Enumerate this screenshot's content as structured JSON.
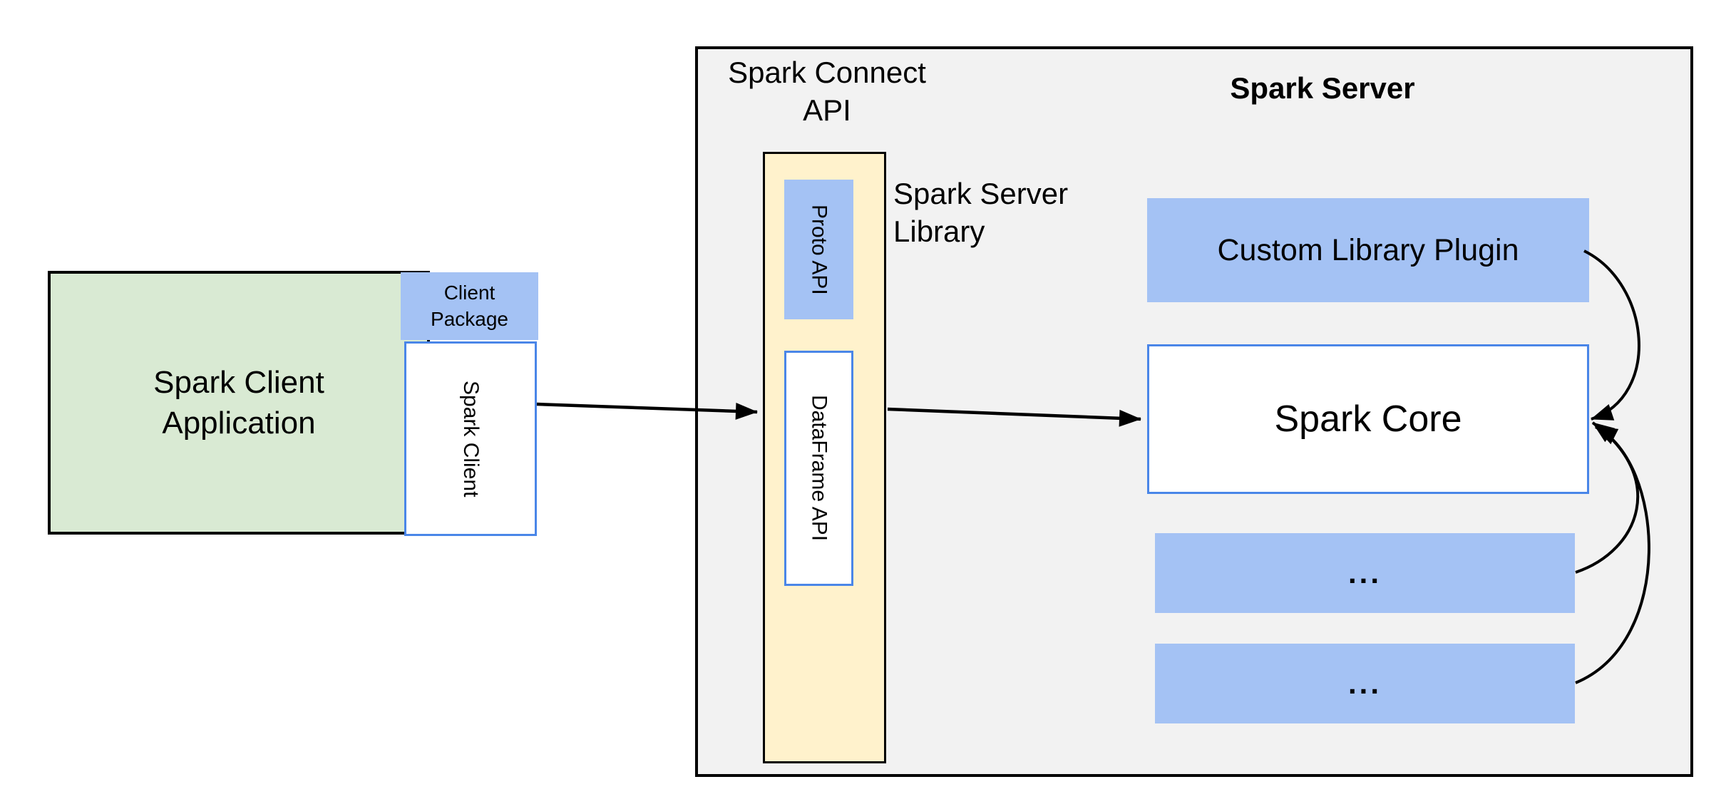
{
  "diagram": {
    "client": {
      "application_label": "Spark Client\nApplication",
      "package_label": "Client\nPackage",
      "spark_client_label": "Spark Client"
    },
    "connect_api": {
      "title": "Spark Connect\nAPI",
      "proto_api_label": "Proto API",
      "dataframe_api_label": "DataFrame API",
      "server_library_label": "Spark Server\nLibrary"
    },
    "server": {
      "title": "Spark Server",
      "custom_plugin_label": "Custom Library Plugin",
      "core_label": "Spark Core",
      "plugin_slot1_label": "...",
      "plugin_slot2_label": "..."
    },
    "colors": {
      "green": "#d9ead3",
      "blue": "#a4c2f4",
      "yellow": "#fff2cc",
      "gray": "#f2f2f2",
      "border_blue": "#4a86e8",
      "line": "#000000"
    }
  }
}
